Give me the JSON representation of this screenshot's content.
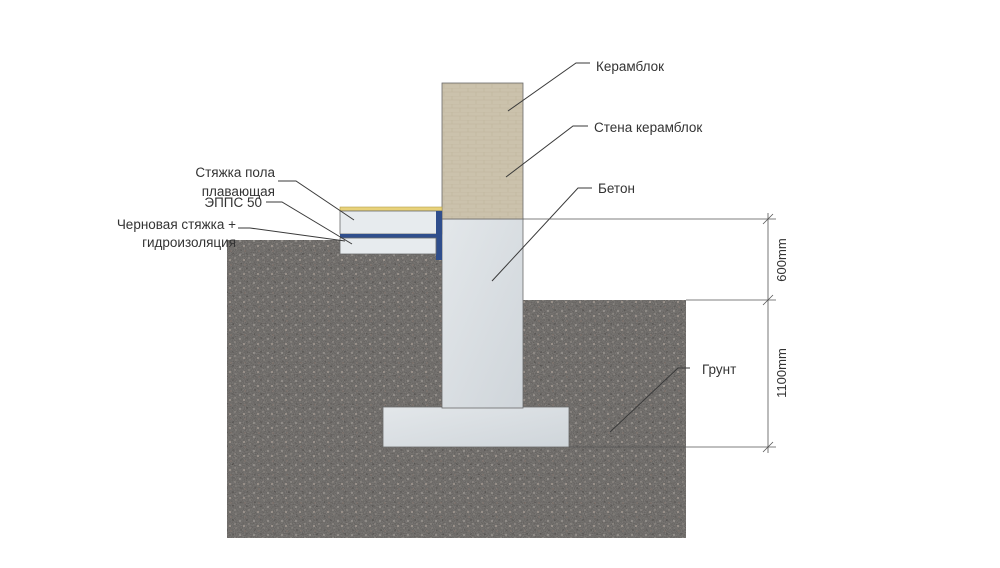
{
  "labels": {
    "ceramic_block": "Керамблок",
    "ceramic_wall": "Стена керамблок",
    "concrete": "Бетон",
    "floor_screed_line1": "Стяжка пола",
    "floor_screed_line2": "плавающая",
    "epps": "ЭППС 50",
    "rough_screed_line1": "Черновая стяжка +",
    "rough_screed_line2": "гидроизоляция",
    "soil": "Грунт"
  },
  "dimensions": {
    "upper": "600mm",
    "lower": "1100mm"
  },
  "colors": {
    "soil": "#5e5b58",
    "concrete": "#d9dee3",
    "ceramic_block": "#cbc2ac",
    "screed_top": "#e8d27a",
    "membrane": "#2f4e8c"
  }
}
